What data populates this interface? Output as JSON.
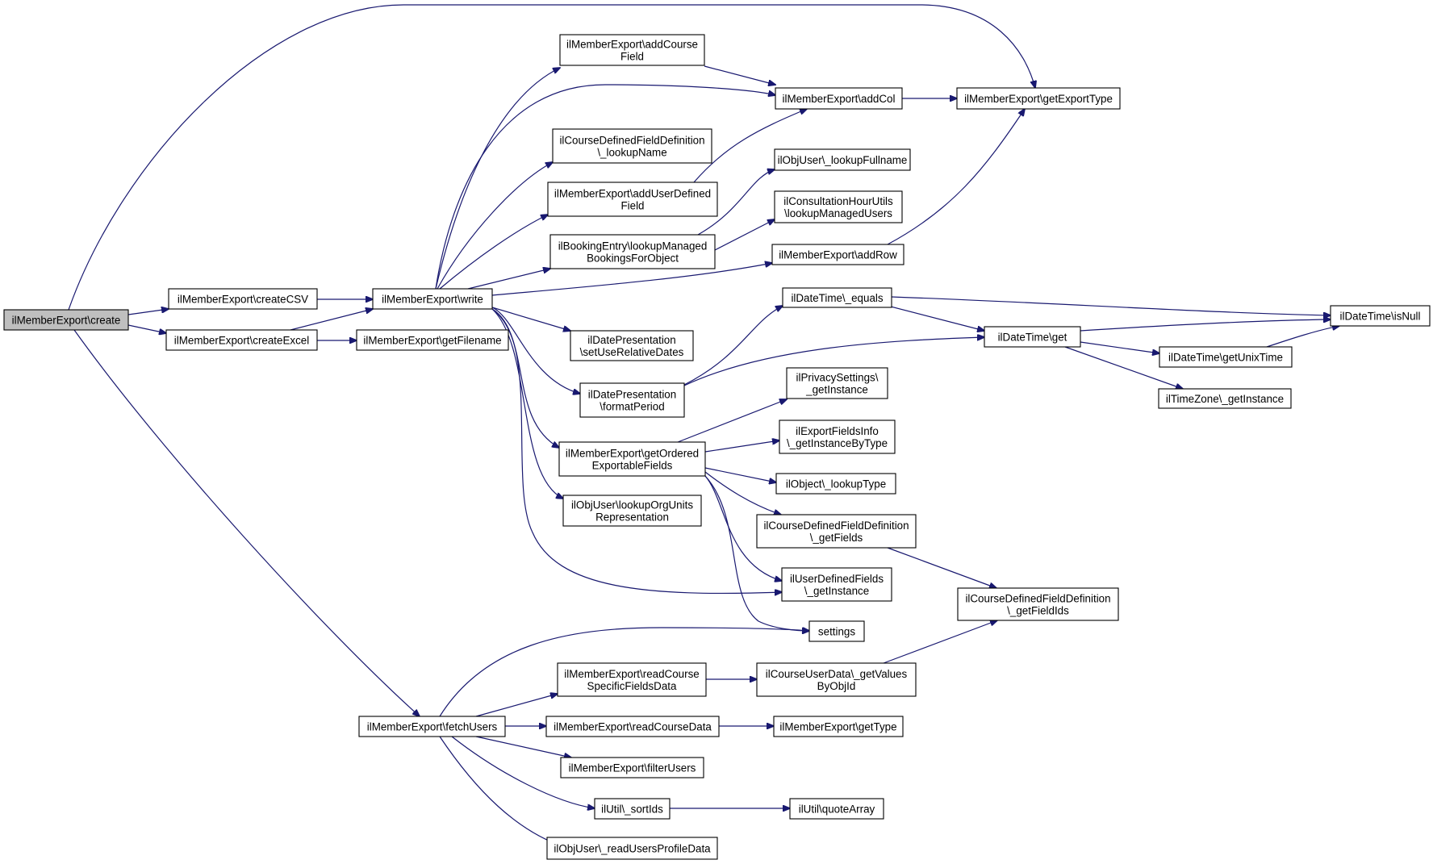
{
  "diagram": {
    "title": "",
    "nodes": [
      {
        "id": "create",
        "lines": [
          "ilMemberExport\\create"
        ],
        "highlighted": true
      },
      {
        "id": "createCSV",
        "lines": [
          "ilMemberExport\\createCSV"
        ]
      },
      {
        "id": "createExcel",
        "lines": [
          "ilMemberExport\\createExcel"
        ]
      },
      {
        "id": "write",
        "lines": [
          "ilMemberExport\\write"
        ]
      },
      {
        "id": "getFilename",
        "lines": [
          "ilMemberExport\\getFilename"
        ]
      },
      {
        "id": "fetchUsers",
        "lines": [
          "ilMemberExport\\fetchUsers"
        ]
      },
      {
        "id": "addCourseField",
        "lines": [
          "ilMemberExport\\addCourse",
          "Field"
        ]
      },
      {
        "id": "lookupName",
        "lines": [
          "ilCourseDefinedFieldDefinition",
          "\\_lookupName"
        ]
      },
      {
        "id": "addUserDefinedField",
        "lines": [
          "ilMemberExport\\addUserDefined",
          "Field"
        ]
      },
      {
        "id": "lookupManagedBookings",
        "lines": [
          "ilBookingEntry\\lookupManaged",
          "BookingsForObject"
        ]
      },
      {
        "id": "setUseRelativeDates",
        "lines": [
          "ilDatePresentation",
          "\\setUseRelativeDates"
        ]
      },
      {
        "id": "formatPeriod",
        "lines": [
          "ilDatePresentation",
          "\\formatPeriod"
        ]
      },
      {
        "id": "getOrderedExportableFields",
        "lines": [
          "ilMemberExport\\getOrdered",
          "ExportableFields"
        ]
      },
      {
        "id": "lookupOrgUnits",
        "lines": [
          "ilObjUser\\lookupOrgUnits",
          "Representation"
        ]
      },
      {
        "id": "addCol",
        "lines": [
          "ilMemberExport\\addCol"
        ]
      },
      {
        "id": "lookupFullname",
        "lines": [
          "ilObjUser\\_lookupFullname"
        ]
      },
      {
        "id": "lookupManagedUsers",
        "lines": [
          "ilConsultationHourUtils",
          "\\lookupManagedUsers"
        ]
      },
      {
        "id": "addRow",
        "lines": [
          "ilMemberExport\\addRow"
        ]
      },
      {
        "id": "getExportType",
        "lines": [
          "ilMemberExport\\getExportType"
        ]
      },
      {
        "id": "dtEquals",
        "lines": [
          "ilDateTime\\_equals"
        ]
      },
      {
        "id": "dtGet",
        "lines": [
          "ilDateTime\\get"
        ]
      },
      {
        "id": "dtIsNull",
        "lines": [
          "ilDateTime\\isNull"
        ]
      },
      {
        "id": "dtGetUnixTime",
        "lines": [
          "ilDateTime\\getUnixTime"
        ]
      },
      {
        "id": "tzGetInstance",
        "lines": [
          "ilTimeZone\\_getInstance"
        ]
      },
      {
        "id": "privacyGetInstance",
        "lines": [
          "ilPrivacySettings\\",
          "_getInstance"
        ]
      },
      {
        "id": "exportFieldsInfo",
        "lines": [
          "ilExportFieldsInfo",
          "\\_getInstanceByType"
        ]
      },
      {
        "id": "objLookupType",
        "lines": [
          "ilObject\\_lookupType"
        ]
      },
      {
        "id": "cdfGetFields",
        "lines": [
          "ilCourseDefinedFieldDefinition",
          "\\_getFields"
        ]
      },
      {
        "id": "udfGetInstance",
        "lines": [
          "ilUserDefinedFields",
          "\\_getInstance"
        ]
      },
      {
        "id": "cdfGetFieldIds",
        "lines": [
          "ilCourseDefinedFieldDefinition",
          "\\_getFieldIds"
        ]
      },
      {
        "id": "settings",
        "lines": [
          "settings"
        ]
      },
      {
        "id": "readCourseSpecific",
        "lines": [
          "ilMemberExport\\readCourse",
          "SpecificFieldsData"
        ]
      },
      {
        "id": "getValuesByObjId",
        "lines": [
          "ilCourseUserData\\_getValues",
          "ByObjId"
        ]
      },
      {
        "id": "readCourseData",
        "lines": [
          "ilMemberExport\\readCourseData"
        ]
      },
      {
        "id": "getType",
        "lines": [
          "ilMemberExport\\getType"
        ]
      },
      {
        "id": "filterUsers",
        "lines": [
          "ilMemberExport\\filterUsers"
        ]
      },
      {
        "id": "sortIds",
        "lines": [
          "ilUtil\\_sortIds"
        ]
      },
      {
        "id": "quoteArray",
        "lines": [
          "ilUtil\\quoteArray"
        ]
      },
      {
        "id": "readUsersProfile",
        "lines": [
          "ilObjUser\\_readUsersProfileData"
        ]
      }
    ],
    "edges": [
      {
        "from": "create",
        "to": "createCSV"
      },
      {
        "from": "create",
        "to": "createExcel"
      },
      {
        "from": "create",
        "to": "getExportType"
      },
      {
        "from": "create",
        "to": "fetchUsers"
      },
      {
        "from": "createCSV",
        "to": "write"
      },
      {
        "from": "createExcel",
        "to": "write"
      },
      {
        "from": "createExcel",
        "to": "getFilename"
      },
      {
        "from": "write",
        "to": "addCourseField"
      },
      {
        "from": "write",
        "to": "addCol"
      },
      {
        "from": "write",
        "to": "lookupName"
      },
      {
        "from": "write",
        "to": "addUserDefinedField"
      },
      {
        "from": "write",
        "to": "lookupManagedBookings"
      },
      {
        "from": "write",
        "to": "addRow"
      },
      {
        "from": "write",
        "to": "setUseRelativeDates"
      },
      {
        "from": "write",
        "to": "formatPeriod"
      },
      {
        "from": "write",
        "to": "getOrderedExportableFields"
      },
      {
        "from": "write",
        "to": "lookupOrgUnits"
      },
      {
        "from": "write",
        "to": "udfGetInstance"
      },
      {
        "from": "addCourseField",
        "to": "addCol"
      },
      {
        "from": "addUserDefinedField",
        "to": "addCol"
      },
      {
        "from": "addCol",
        "to": "getExportType"
      },
      {
        "from": "addRow",
        "to": "getExportType"
      },
      {
        "from": "lookupManagedBookings",
        "to": "lookupFullname"
      },
      {
        "from": "lookupManagedBookings",
        "to": "lookupManagedUsers"
      },
      {
        "from": "formatPeriod",
        "to": "dtEquals"
      },
      {
        "from": "formatPeriod",
        "to": "dtGet"
      },
      {
        "from": "dtEquals",
        "to": "dtIsNull"
      },
      {
        "from": "dtEquals",
        "to": "dtGet"
      },
      {
        "from": "dtGet",
        "to": "dtIsNull"
      },
      {
        "from": "dtGet",
        "to": "dtGetUnixTime"
      },
      {
        "from": "dtGet",
        "to": "tzGetInstance"
      },
      {
        "from": "dtGetUnixTime",
        "to": "dtIsNull"
      },
      {
        "from": "getOrderedExportableFields",
        "to": "privacyGetInstance"
      },
      {
        "from": "getOrderedExportableFields",
        "to": "exportFieldsInfo"
      },
      {
        "from": "getOrderedExportableFields",
        "to": "objLookupType"
      },
      {
        "from": "getOrderedExportableFields",
        "to": "cdfGetFields"
      },
      {
        "from": "getOrderedExportableFields",
        "to": "udfGetInstance"
      },
      {
        "from": "getOrderedExportableFields",
        "to": "settings"
      },
      {
        "from": "cdfGetFields",
        "to": "cdfGetFieldIds"
      },
      {
        "from": "fetchUsers",
        "to": "settings"
      },
      {
        "from": "fetchUsers",
        "to": "readCourseSpecific"
      },
      {
        "from": "fetchUsers",
        "to": "readCourseData"
      },
      {
        "from": "fetchUsers",
        "to": "filterUsers"
      },
      {
        "from": "fetchUsers",
        "to": "sortIds"
      },
      {
        "from": "fetchUsers",
        "to": "readUsersProfile"
      },
      {
        "from": "readCourseSpecific",
        "to": "getValuesByObjId"
      },
      {
        "from": "getValuesByObjId",
        "to": "cdfGetFieldIds"
      },
      {
        "from": "readCourseData",
        "to": "getType"
      },
      {
        "from": "sortIds",
        "to": "quoteArray"
      }
    ]
  }
}
